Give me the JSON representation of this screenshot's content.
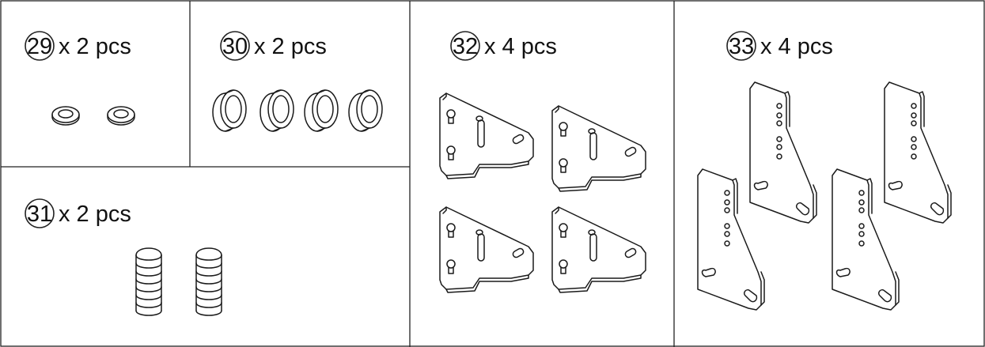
{
  "parts": [
    {
      "number": "29",
      "qty_text": "x 2 pcs",
      "icon": "flat-washer-icon",
      "count": 2
    },
    {
      "number": "30",
      "qty_text": "x 2 pcs",
      "icon": "spacer-ring-icon",
      "count": 4
    },
    {
      "number": "31",
      "qty_text": "x 2 pcs",
      "icon": "coil-spring-icon",
      "count": 2
    },
    {
      "number": "32",
      "qty_text": "x 4 pcs",
      "icon": "keyhole-bracket-icon",
      "count": 4
    },
    {
      "number": "33",
      "qty_text": "x 4 pcs",
      "icon": "tall-bracket-icon",
      "count": 4
    }
  ]
}
